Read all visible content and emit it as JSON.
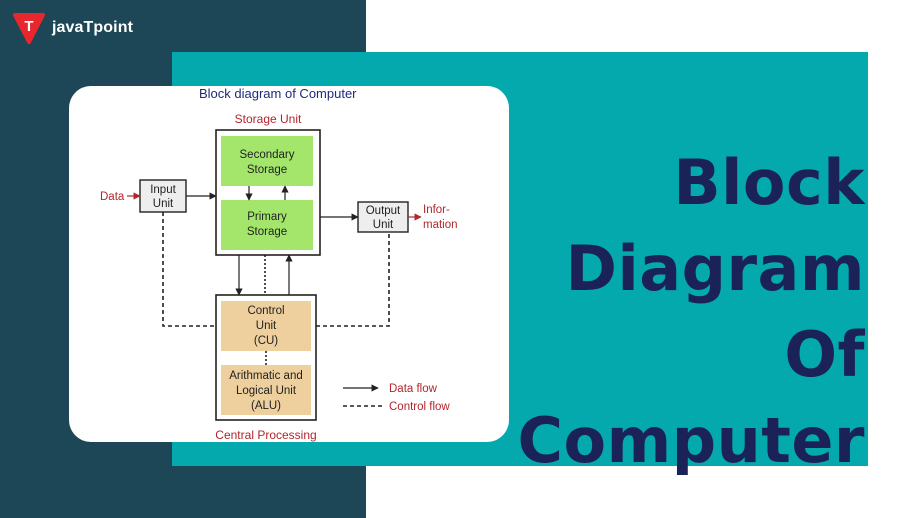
{
  "brand": {
    "name": "javaTpoint",
    "logo_letter": "T",
    "logo_color": "#e8262b"
  },
  "headline": {
    "line1": "Block",
    "line2": "Diagram Of",
    "line3": "Computer"
  },
  "colors": {
    "dark_panel": "#1d4756",
    "teal_panel": "#04a9ad",
    "headline": "#1b2258",
    "storage_fill": "#a4e66c",
    "cpu_fill": "#eecf9e",
    "label_red": "#b2262b",
    "title_blue": "#1e2a7a"
  },
  "diagram": {
    "title": "Block diagram of Computer",
    "storage_unit_label": "Storage Unit",
    "secondary_storage": [
      "Secondary",
      "Storage"
    ],
    "primary_storage": [
      "Primary",
      "Storage"
    ],
    "input_unit": [
      "Input",
      "Unit"
    ],
    "output_unit": [
      "Output",
      "Unit"
    ],
    "data_label": "Data",
    "information_label": [
      "Infor-",
      "mation"
    ],
    "control_unit": [
      "Control",
      "Unit",
      "(CU)"
    ],
    "alu": [
      "Arithmatic and",
      "Logical Unit",
      "(ALU)"
    ],
    "cpu_label": "Central Processing",
    "legend": {
      "data_flow": "Data flow",
      "control_flow": "Control flow"
    }
  }
}
